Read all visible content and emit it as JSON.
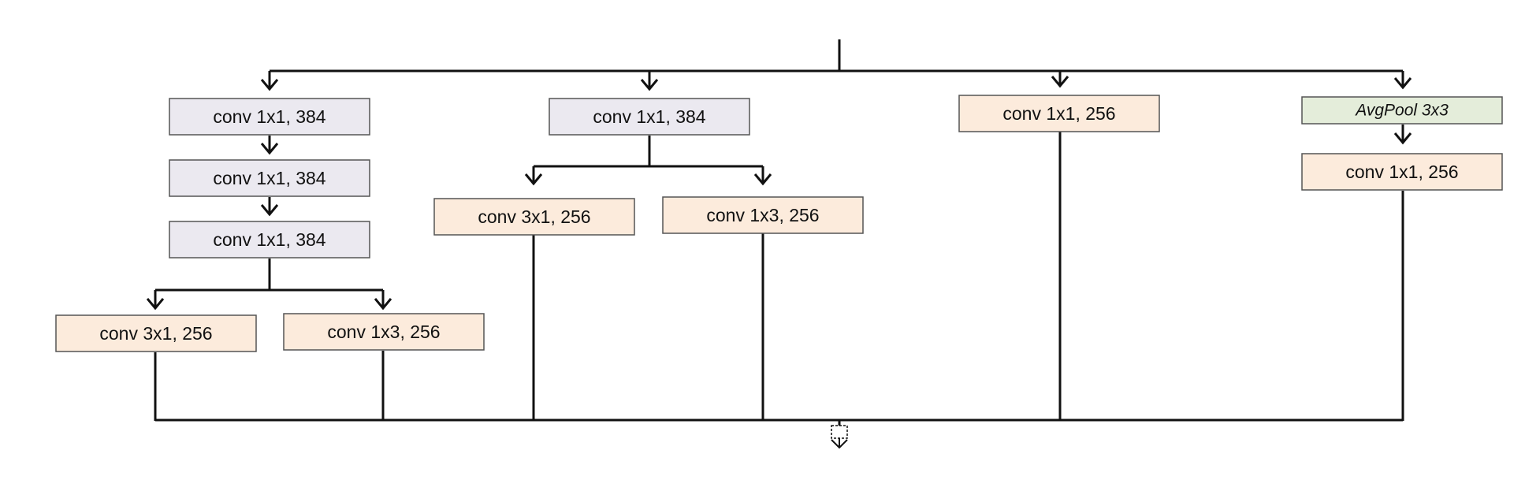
{
  "colors": {
    "conv384_fill": "#ebe9f0",
    "conv256_fill": "#fcebdc",
    "pool_fill": "#e4edda",
    "border": "#555555",
    "line": "#111111"
  },
  "branch1": {
    "conv_a": "conv 1x1, 384",
    "conv_b": "conv 1x1, 384",
    "conv_c": "conv 1x1, 384",
    "split_left": "conv 3x1, 256",
    "split_right": "conv 1x3, 256"
  },
  "branch2": {
    "conv_a": "conv 1x1, 384",
    "split_left": "conv 3x1, 256",
    "split_right": "conv 1x3, 256"
  },
  "branch3": {
    "conv_a": "conv 1x1, 256"
  },
  "branch4": {
    "pool": "AvgPool 3x3",
    "conv_a": "conv 1x1, 256"
  },
  "icons": {
    "output": "concat-icon"
  }
}
